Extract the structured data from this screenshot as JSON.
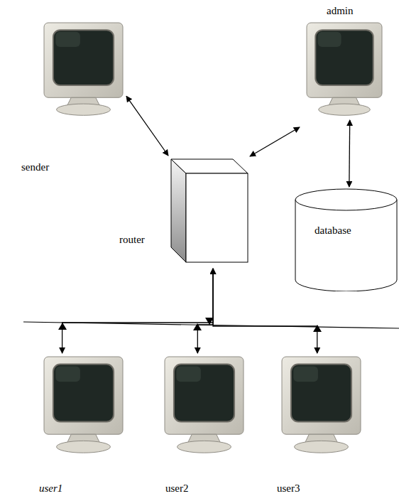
{
  "diagram": {
    "nodes": [
      {
        "text": [
          "sender"
        ]
      },
      {
        "text": [
          "admin"
        ]
      },
      {
        "text": [
          "router"
        ]
      },
      {
        "text": [
          "database"
        ]
      },
      {
        "text": [
          "user1"
        ]
      },
      {
        "text": [
          "user2"
        ]
      },
      {
        "text": [
          "user3"
        ]
      }
    ],
    "edges": [
      {
        "from": 0,
        "to": 2,
        "arrow": "both"
      },
      {
        "from": 1,
        "to": 2,
        "arrow": "both"
      },
      {
        "from": 1,
        "to": 3,
        "arrow": "both"
      },
      {
        "from": 2,
        "to": 4,
        "arrow": "both"
      },
      {
        "from": 2,
        "to": 5,
        "arrow": "both"
      },
      {
        "from": 2,
        "to": 6,
        "arrow": "both"
      }
    ]
  }
}
